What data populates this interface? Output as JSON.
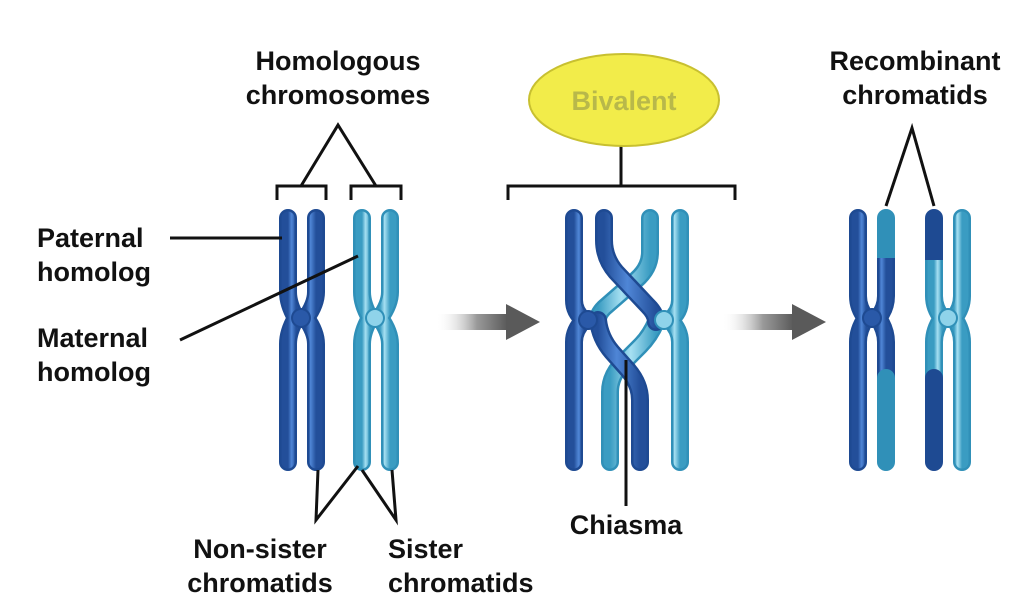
{
  "labels": {
    "homologous": [
      "Homologous",
      "chromosomes"
    ],
    "paternal": [
      "Paternal",
      "homolog"
    ],
    "maternal": [
      "Maternal",
      "homolog"
    ],
    "nonsister": [
      "Non-sister",
      "chromatids"
    ],
    "sister": [
      "Sister",
      "chromatids"
    ],
    "bivalent": "Bivalent",
    "chiasma": "Chiasma",
    "recombinant": [
      "Recombinant",
      "chromatids"
    ]
  },
  "colors": {
    "paternal_dark": "#2a59a8",
    "paternal_light": "#4f86d6",
    "maternal_dark": "#3a9cc2",
    "maternal_light": "#8fd3ea",
    "bivalent_fill": "#f2ec4a",
    "bivalent_text": "#b8b84a",
    "line": "#111111",
    "arrow": "#5a5a5a"
  },
  "icons": [
    "right-arrow-icon",
    "right-arrow-icon"
  ]
}
